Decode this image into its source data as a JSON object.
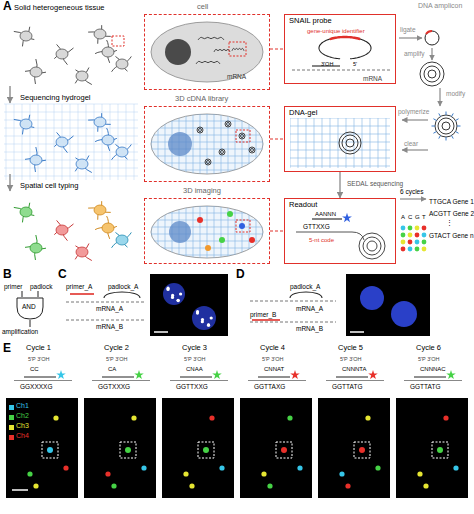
{
  "diagram": {
    "nodes": [
      {
        "text": [
          "cell",
          "mRNA"
        ]
      },
      {
        "text": [
          "SNAIL probe",
          "gene-unique identifier",
          "mRNA",
          "3'OH",
          "5'"
        ]
      },
      {
        "text": [
          "3D cDNA library"
        ]
      },
      {
        "text": [
          "DNA-gel"
        ]
      },
      {
        "text": [
          "3D imaging"
        ]
      },
      {
        "text": [
          "Readout",
          "AANNN",
          "GTTXXG",
          "5-nt code"
        ]
      },
      {
        "text": [
          "AND"
        ]
      }
    ],
    "edges": [
      {
        "from": 0,
        "to": 1,
        "arrow": "none"
      },
      {
        "from": 2,
        "to": 3,
        "arrow": "none"
      },
      {
        "from": 4,
        "to": 5,
        "arrow": "none"
      },
      {
        "from": 3,
        "to": 5,
        "arrow": "to",
        "label": "SEDAL sequencing"
      }
    ],
    "labels": [
      "A",
      "Solid heterogeneous tissue",
      "Sequencing hydrogel",
      "Spatial cell typing",
      "DNA amplicon",
      "ligate",
      "amplify",
      "modify",
      "polymerize",
      "clear",
      "6 cycles",
      "A",
      "C",
      "G",
      "T",
      "TTGCA Gene 1",
      "ACGTT Gene 2",
      "⋮",
      "GTACT Gene n",
      "B",
      "primer",
      "padlock",
      "amplification",
      "C",
      "primer_A",
      "padlock_A",
      "mRNA_A",
      "mRNA_B",
      "D",
      "padlock_A",
      "primer_B",
      "mRNA_A",
      "mRNA_B",
      "E",
      "Cycle 1",
      "5'P 3'OH",
      "CC",
      "GGXXXXG",
      "Cycle 2",
      "5'P 3'OH",
      "CA",
      "GGTXXXG",
      "Cycle 3",
      "5'P 3'OH",
      "CNAA",
      "GGTTXXG",
      "Cycle 4",
      "5'P 3'OH",
      "CNNAT",
      "GGTTAXG",
      "Cycle 5",
      "5'P 3'OH",
      "CNNNTA",
      "GGTTATG",
      "Cycle 6",
      "5'P 3'OH",
      "CNNNAC",
      "GGTTATG"
    ],
    "legend": [
      {
        "text": "Ch1",
        "color": "#36c6e8"
      },
      {
        "text": "Ch2",
        "color": "#46d246"
      },
      {
        "text": "Ch3",
        "color": "#e6e632"
      },
      {
        "text": "Ch4",
        "color": "#e8302a"
      }
    ]
  }
}
